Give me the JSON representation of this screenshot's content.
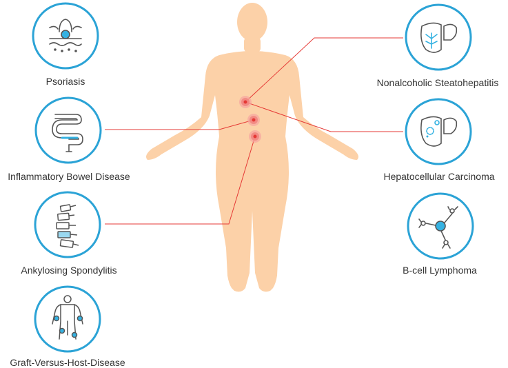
{
  "colors": {
    "ring": "#2ba3d6",
    "icon_stroke": "#555555",
    "icon_accent": "#35b2e2",
    "body_fill": "#fcd1a8",
    "connector": "#e53935"
  },
  "diseases": [
    {
      "id": "psoriasis",
      "label": "Psoriasis",
      "icon": "skin-follicle-icon"
    },
    {
      "id": "ibd",
      "label": "Inflammatory Bowel Disease",
      "icon": "intestine-icon"
    },
    {
      "id": "as",
      "label": "Ankylosing Spondylitis",
      "icon": "spine-icon"
    },
    {
      "id": "gvhd",
      "label": "Graft-Versus-Host-Disease",
      "icon": "human-joints-icon"
    },
    {
      "id": "nash",
      "label": "Nonalcoholic Steatohepatitis",
      "icon": "liver-icon"
    },
    {
      "id": "hcc",
      "label": "Hepatocellular Carcinoma",
      "icon": "liver-tumor-icon"
    },
    {
      "id": "bcl",
      "label": "B-cell Lymphoma",
      "icon": "cell-network-icon"
    }
  ]
}
